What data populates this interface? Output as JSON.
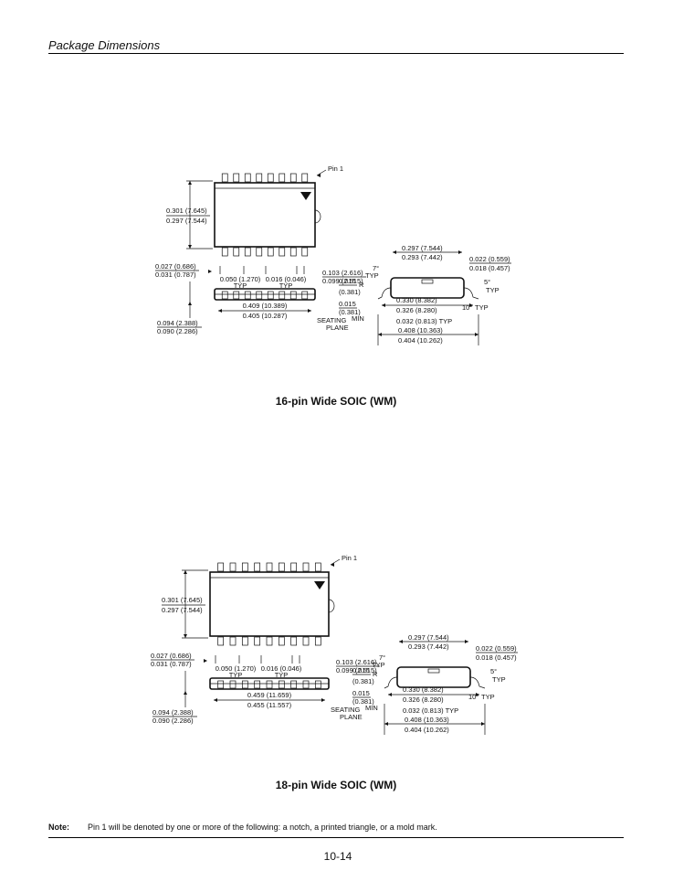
{
  "header": {
    "section_title": "Package Dimensions"
  },
  "packages": [
    {
      "caption": "16-pin Wide SOIC (WM)",
      "pin_count": 16,
      "pin1_label": "Pin 1",
      "width_top": "0.301 (7.645)",
      "width_bottom": "0.297 (7.544)",
      "standoff_top": "0.027 (0.686)",
      "standoff_bottom": "0.031 (0.787)",
      "pitch": "0.050 (1.270)",
      "pitch_typ": "TYP",
      "lead_width": "0.016 (0.046)",
      "lead_width_typ": "TYP",
      "height_top": "0.103 (2.616)",
      "height_bottom": "0.099 (2.515)",
      "r_top": "0.015",
      "r_label": "R",
      "r_bottom": "(0.381)",
      "seat_top": "0.015",
      "seat_bottom": "(0.381)",
      "seating_label_1": "SEATING",
      "seating_label_2": "PLANE",
      "min_label": "MIN",
      "overall_h_top": "0.094 (2.388)",
      "overall_h_bottom": "0.090 (2.286)",
      "length_top": "0.409 (10.389)",
      "length_bottom": "0.405 (10.287)",
      "angle_7": "7°",
      "typ": "TYP",
      "body_w_top": "0.297 (7.544)",
      "body_w_bottom": "0.293 (7.442)",
      "lead_t_top": "0.022 (0.559)",
      "lead_t_bottom": "0.018 (0.457)",
      "angle_5": "5°",
      "angle_10": "10°",
      "span_top": "0.330 (8.382)",
      "span_bottom": "0.326 (8.280)",
      "foot": "0.032 (0.813) TYP",
      "overall_w_top": "0.408 (10.363)",
      "overall_w_bottom": "0.404 (10.262)"
    },
    {
      "caption": "18-pin Wide SOIC (WM)",
      "pin_count": 18,
      "pin1_label": "Pin 1",
      "width_top": "0.301 (7.645)",
      "width_bottom": "0.297 (7.544)",
      "standoff_top": "0.027 (0.686)",
      "standoff_bottom": "0.031 (0.787)",
      "pitch": "0.050 (1.270)",
      "pitch_typ": "TYP",
      "lead_width": "0.016 (0.046)",
      "lead_width_typ": "TYP",
      "height_top": "0.103 (2.616)",
      "height_bottom": "0.099 (2.515)",
      "r_top": "0.015",
      "r_label": "R",
      "r_bottom": "(0.381)",
      "seat_top": "0.015",
      "seat_bottom": "(0.381)",
      "seating_label_1": "SEATING",
      "seating_label_2": "PLANE",
      "min_label": "MIN",
      "overall_h_top": "0.094 (2.388)",
      "overall_h_bottom": "0.090 (2.286)",
      "length_top": "0.459 (11.659)",
      "length_bottom": "0.455 (11.557)",
      "angle_7": "7°",
      "typ": "TYP",
      "body_w_top": "0.297 (7.544)",
      "body_w_bottom": "0.293 (7.442)",
      "lead_t_top": "0.022 (0.559)",
      "lead_t_bottom": "0.018 (0.457)",
      "angle_5": "5°",
      "angle_10": "10°",
      "span_top": "0.330 (8.382)",
      "span_bottom": "0.326 (8.280)",
      "foot": "0.032 (0.813) TYP",
      "overall_w_top": "0.408 (10.363)",
      "overall_w_bottom": "0.404 (10.262)"
    }
  ],
  "note": {
    "label": "Note:",
    "text": "Pin 1 will be denoted by one or more of the following: a notch, a printed triangle, or a mold mark."
  },
  "footer": {
    "page_number": "10-14"
  }
}
